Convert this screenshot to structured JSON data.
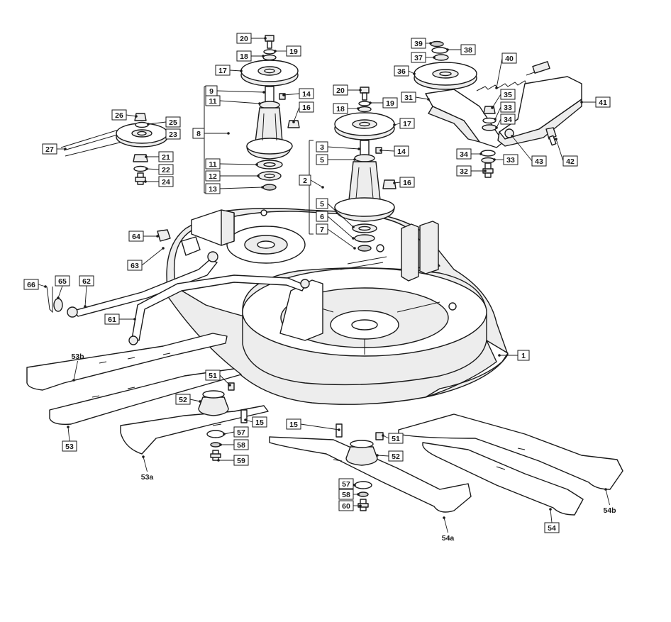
{
  "labels": {
    "l1": "1",
    "l2": "2",
    "l3": "3",
    "l5a": "5",
    "l5b": "5",
    "l6": "6",
    "l7": "7",
    "l8": "8",
    "l9": "9",
    "l11a": "11",
    "l11b": "11",
    "l12": "12",
    "l13": "13",
    "l14a": "14",
    "l14b": "14",
    "l15a": "15",
    "l15b": "15",
    "l16a": "16",
    "l16b": "16",
    "l17a": "17",
    "l17b": "17",
    "l18a": "18",
    "l18b": "18",
    "l19a": "19",
    "l19b": "19",
    "l20a": "20",
    "l20b": "20",
    "l21": "21",
    "l22": "22",
    "l23": "23",
    "l24": "24",
    "l25": "25",
    "l26": "26",
    "l27": "27",
    "l31": "31",
    "l32": "32",
    "l33a": "33",
    "l33b": "33",
    "l34a": "34",
    "l34b": "34",
    "l35": "35",
    "l36": "36",
    "l37": "37",
    "l38": "38",
    "l39": "39",
    "l40": "40",
    "l41": "41",
    "l42": "42",
    "l43": "43",
    "l51a": "51",
    "l51b": "51",
    "l52a": "52",
    "l52b": "52",
    "l53": "53",
    "l53a": "53a",
    "l53b": "53b",
    "l54": "54",
    "l54a": "54a",
    "l54b": "54b",
    "l57a": "57",
    "l57b": "57",
    "l58a": "58",
    "l58b": "58",
    "l59": "59",
    "l60": "60",
    "l61": "61",
    "l62": "62",
    "l63": "63",
    "l64": "64",
    "l65": "65",
    "l66": "66"
  }
}
